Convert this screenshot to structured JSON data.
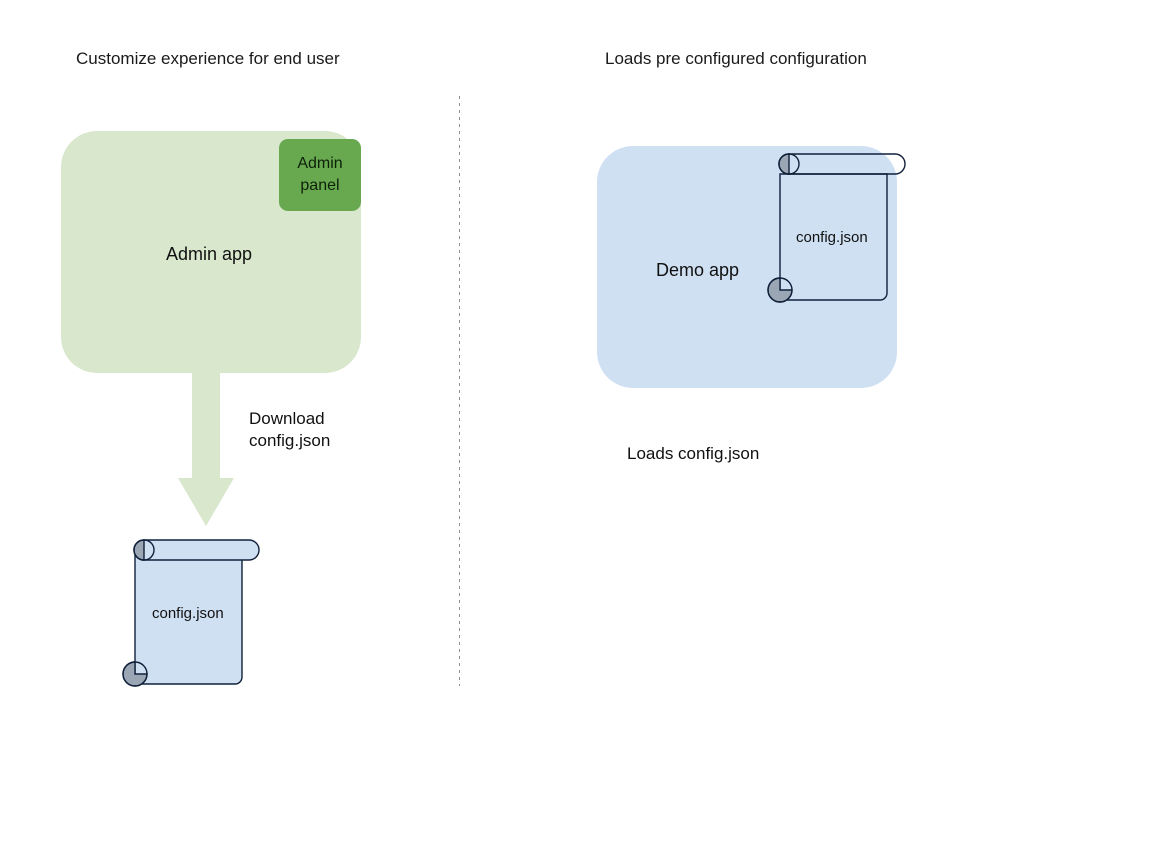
{
  "diagram": {
    "background_color": "#ffffff",
    "columns": {
      "left": {
        "heading": "Customize experience for end user",
        "app": {
          "label": "Admin app",
          "fill_color": "#d9e8cd",
          "chip": {
            "label": "Admin\npanel",
            "fill_color": "#68a94f",
            "text_color": "#0d200a"
          }
        },
        "arrow": {
          "label": "Download\nconfig.json",
          "fill_color": "#d9e8cd",
          "direction": "down"
        },
        "document": {
          "label": "config.json",
          "fill_color": "#cfe0f3",
          "stroke_color": "#11203a",
          "roll_color": "#9aa6b4"
        }
      },
      "right": {
        "heading": "Loads pre configured configuration",
        "app": {
          "label": "Demo app",
          "fill_color": "#cfe0f3"
        },
        "document": {
          "label": "config.json",
          "fill_color": "none",
          "stroke_color": "#11203a",
          "roll_color": "#9aa6b4"
        },
        "caption": "Loads config.json"
      }
    },
    "divider": {
      "style": "dotted",
      "color": "#8f8f8f"
    }
  }
}
